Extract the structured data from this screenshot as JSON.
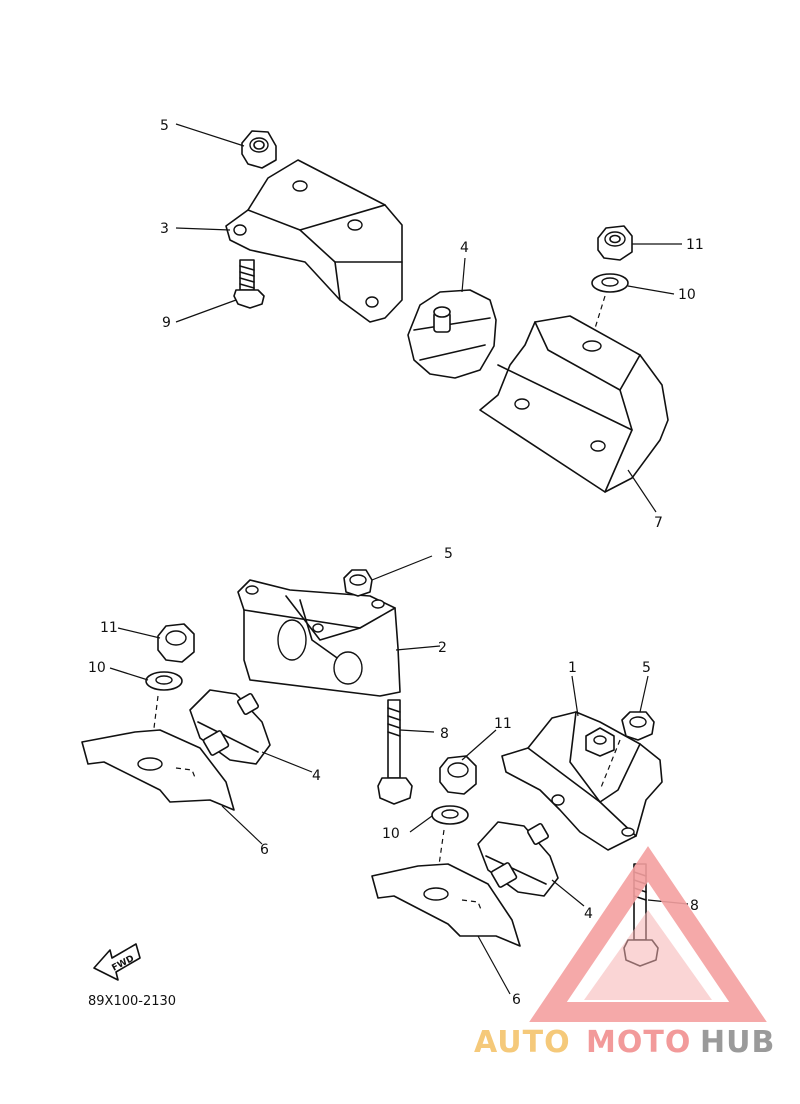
{
  "diagram": {
    "code": "89X100-2130",
    "fwd_label": "FWD",
    "callouts": [
      {
        "id": "c-top-5",
        "text": "5"
      },
      {
        "id": "c-top-3",
        "text": "3"
      },
      {
        "id": "c-top-9",
        "text": "9"
      },
      {
        "id": "c-top-4",
        "text": "4"
      },
      {
        "id": "c-top-11",
        "text": "11"
      },
      {
        "id": "c-top-10",
        "text": "10"
      },
      {
        "id": "c-top-7",
        "text": "7"
      },
      {
        "id": "c-mid-5",
        "text": "5"
      },
      {
        "id": "c-mid-2",
        "text": "2"
      },
      {
        "id": "c-left-11",
        "text": "11"
      },
      {
        "id": "c-left-10",
        "text": "10"
      },
      {
        "id": "c-mid-8",
        "text": "8"
      },
      {
        "id": "c-left-4",
        "text": "4"
      },
      {
        "id": "c-left-6",
        "text": "6"
      },
      {
        "id": "c-right-1",
        "text": "1"
      },
      {
        "id": "c-right-5",
        "text": "5"
      },
      {
        "id": "c-right-11",
        "text": "11"
      },
      {
        "id": "c-right-10",
        "text": "10"
      },
      {
        "id": "c-right-4",
        "text": "4"
      },
      {
        "id": "c-right-8",
        "text": "8"
      },
      {
        "id": "c-right-6",
        "text": "6"
      }
    ]
  },
  "watermark": {
    "part1": "AUTO",
    "part2": "MOTO",
    "part3": "HUB",
    "color_part1": "#f5c97a",
    "color_part2": "#f29a9a",
    "color_part3": "#9a9a9a"
  }
}
